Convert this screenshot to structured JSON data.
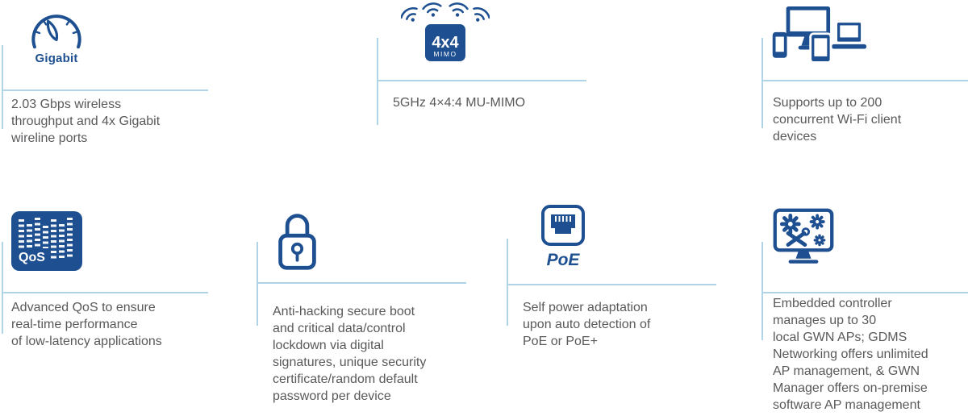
{
  "theme": {
    "icon_color": "#1d4f91",
    "line_color": "#aed4e6",
    "text_color": "#58595b"
  },
  "features": [
    {
      "id": "gigabit",
      "icon": "speedometer-icon",
      "icon_label": "Gigabit",
      "text": "2.03 Gbps wireless\nthroughput and 4x Gigabit\nwireline ports"
    },
    {
      "id": "mu-mimo",
      "icon": "mimo-wifi-icon",
      "icon_label_main": "4x4",
      "icon_label_sub": "MIMO",
      "text": "5GHz 4×4:4 MU-MIMO"
    },
    {
      "id": "client-capacity",
      "icon": "devices-icon",
      "text": "Supports up to 200\nconcurrent Wi-Fi client\ndevices"
    },
    {
      "id": "qos",
      "icon": "qos-equalizer-icon",
      "icon_label": "QoS",
      "text": "Advanced QoS to ensure\nreal-time performance\nof low-latency applications"
    },
    {
      "id": "security",
      "icon": "padlock-icon",
      "text": "Anti-hacking secure boot\nand critical data/control\nlockdown via digital\nsignatures, unique security\ncertificate/random default\npassword per device"
    },
    {
      "id": "poe",
      "icon": "ethernet-port-icon",
      "icon_label": "PoE",
      "text": "Self power adaptation\nupon auto detection of\nPoE or PoE+"
    },
    {
      "id": "controller",
      "icon": "management-monitor-icon",
      "text": "Embedded controller\nmanages up to 30\nlocal GWN APs; GDMS\nNetworking offers unlimited\nAP management, & GWN\nManager offers on-premise\nsoftware AP management"
    }
  ]
}
